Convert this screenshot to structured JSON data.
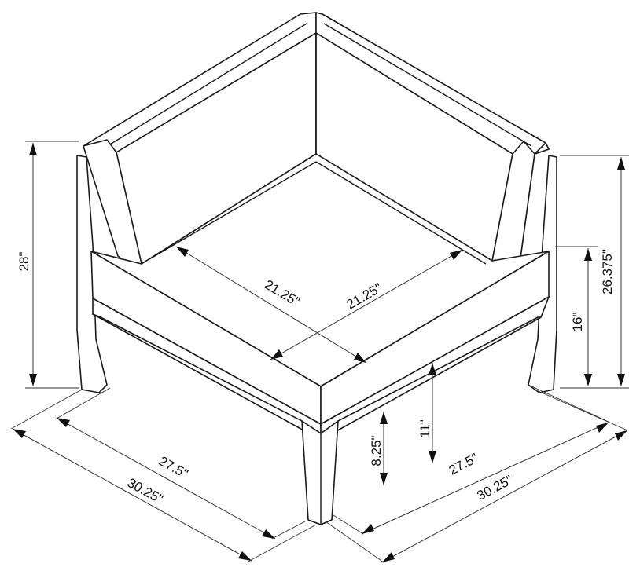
{
  "dimensions": {
    "total_height": "28\"",
    "back_height": "26.375\"",
    "seat_height": "16\"",
    "frame_clearance": "11\"",
    "leg_clearance": "8.25\"",
    "inner_depth_left": "21.25\"",
    "inner_depth_right": "21.25\"",
    "seat_width_left": "27.5\"",
    "overall_width_left": "30.25\"",
    "seat_width_right": "27.5\"",
    "overall_width_right": "30.25\""
  }
}
